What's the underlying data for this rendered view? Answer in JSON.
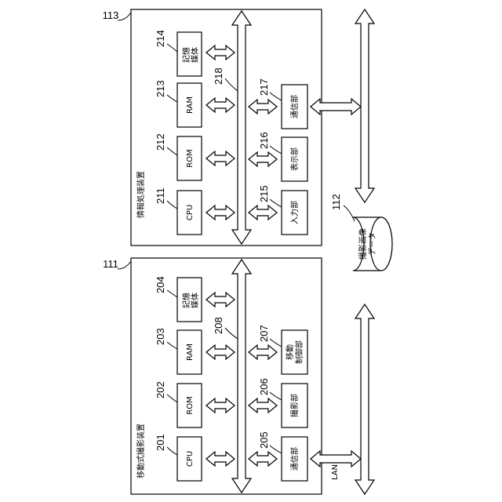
{
  "devices": {
    "info_processing": {
      "ref": "113",
      "title": "情報処理装置",
      "bus_ref": "218",
      "blocks": {
        "cpu": {
          "ref": "211",
          "label": "CPU"
        },
        "rom": {
          "ref": "212",
          "label": "ROM"
        },
        "ram": {
          "ref": "213",
          "label": "RAM"
        },
        "storage": {
          "ref": "214",
          "label_lines": [
            "記憶",
            "媒体"
          ]
        },
        "input": {
          "ref": "215",
          "label": "入力部"
        },
        "display": {
          "ref": "216",
          "label": "表示部"
        },
        "comm": {
          "ref": "217",
          "label": "通信部"
        }
      }
    },
    "mobile_camera": {
      "ref": "111",
      "title": "移動式撮影装置",
      "bus_ref": "208",
      "blocks": {
        "cpu": {
          "ref": "201",
          "label": "CPU"
        },
        "rom": {
          "ref": "202",
          "label": "ROM"
        },
        "ram": {
          "ref": "203",
          "label": "RAM"
        },
        "storage": {
          "ref": "204",
          "label_lines": [
            "記憶",
            "媒体"
          ]
        },
        "comm": {
          "ref": "205",
          "label": "通信部"
        },
        "camera": {
          "ref": "206",
          "label": "撮影部"
        },
        "motion": {
          "ref": "207",
          "label_lines": [
            "移動",
            "制御部"
          ]
        }
      }
    }
  },
  "database": {
    "ref": "112",
    "label_lines": [
      "撮影画像",
      "データ"
    ]
  },
  "network": {
    "label": "LAN"
  }
}
